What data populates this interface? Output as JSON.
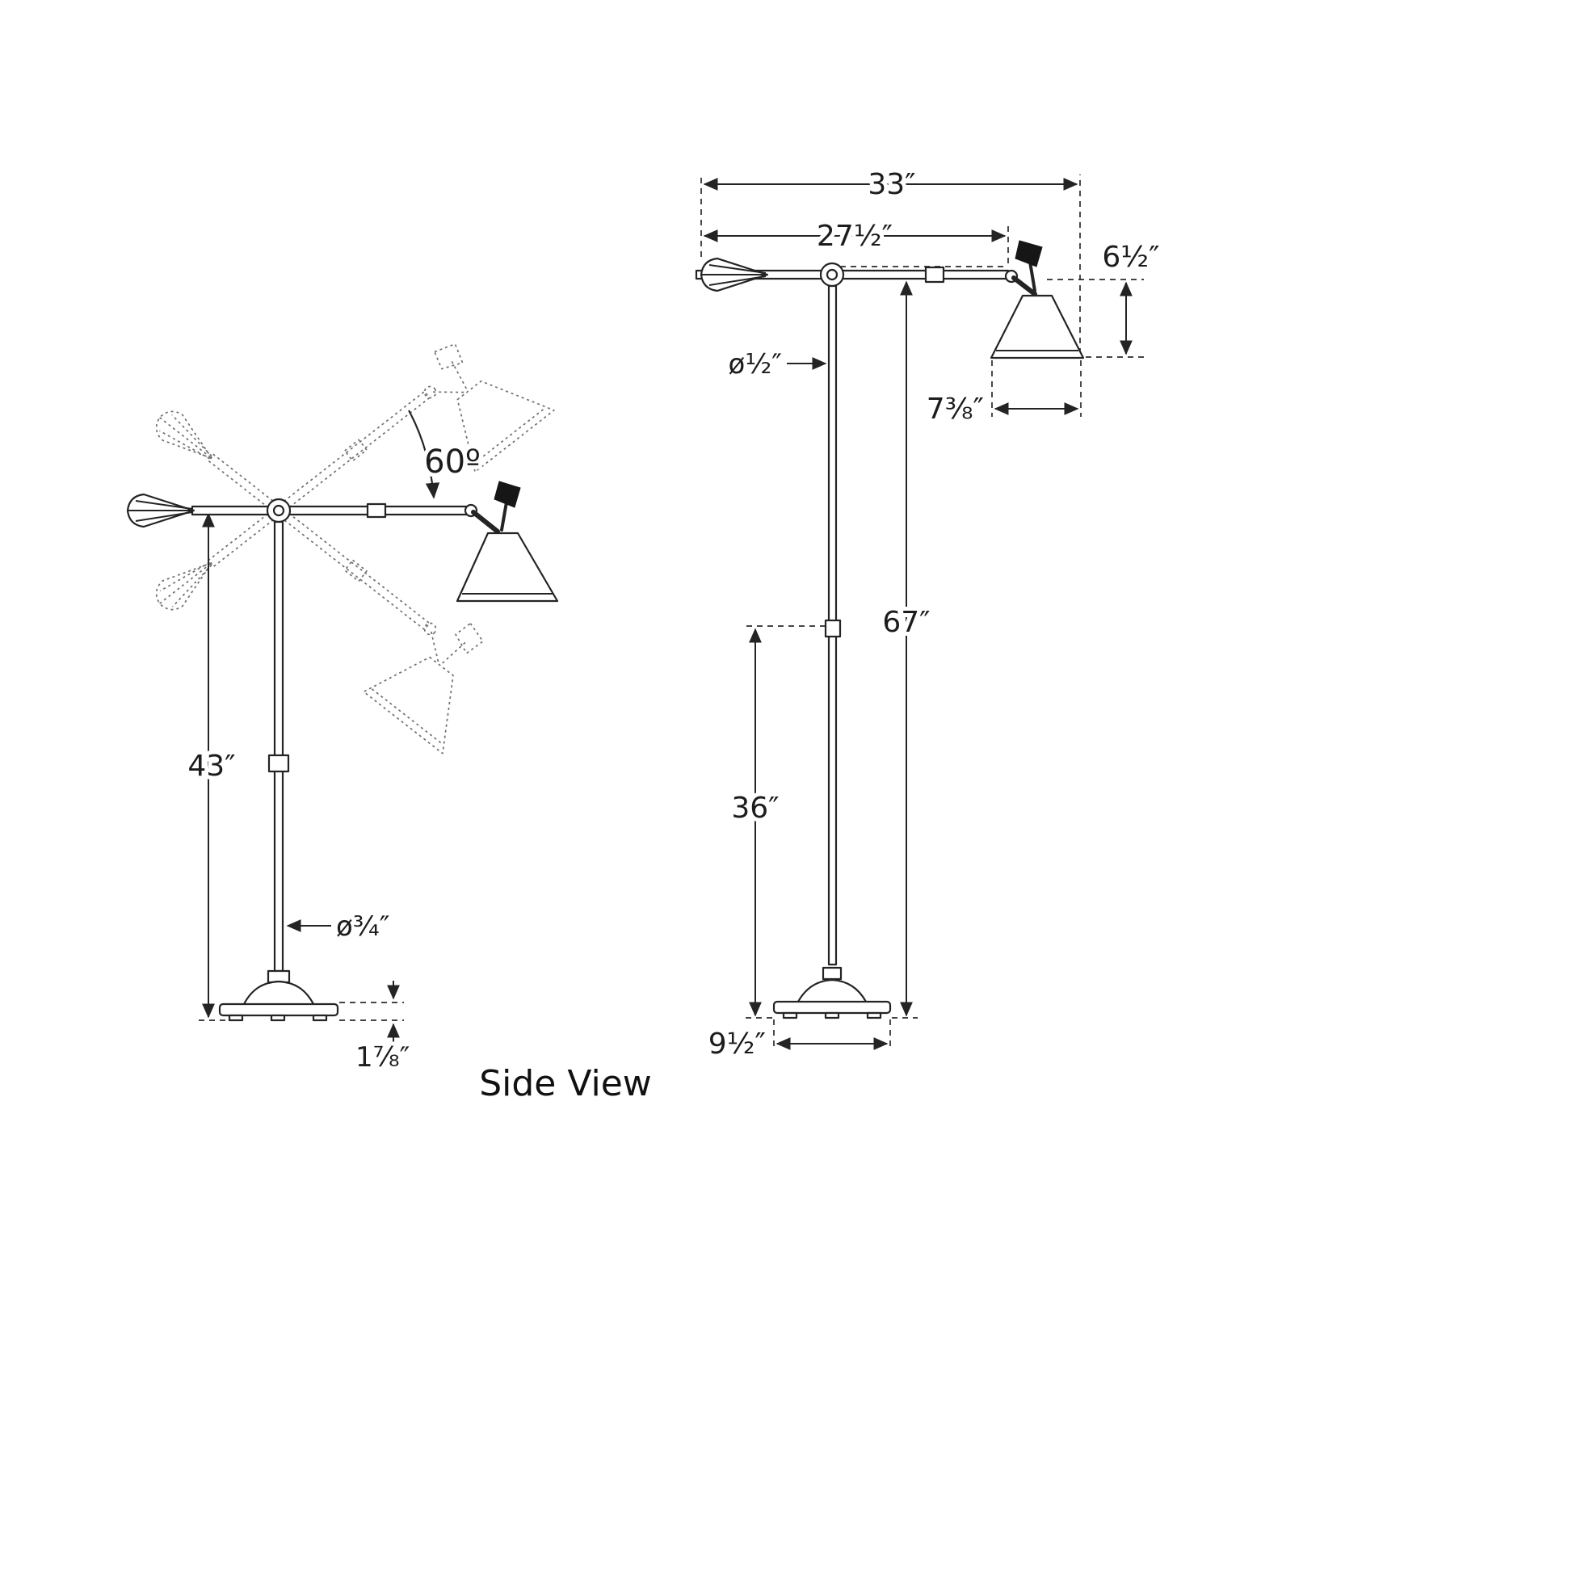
{
  "page": {
    "background": "#ffffff",
    "ink": "#242424",
    "title": "Side View"
  },
  "left_view": {
    "swing_angle_label": "60º",
    "pole_height_label": "43″",
    "pole_diameter_label": "ø¾″",
    "base_height_label": "1⅞″"
  },
  "right_view": {
    "overall_reach_label": "33″",
    "arm_length_label": "27½″",
    "shade_height_label": "6½″",
    "shade_diameter_label": "7⅜″",
    "arm_diameter_label": "ø½″",
    "overall_height_label": "67″",
    "lower_pole_height_label": "36″",
    "base_diameter_label": "9½″"
  }
}
